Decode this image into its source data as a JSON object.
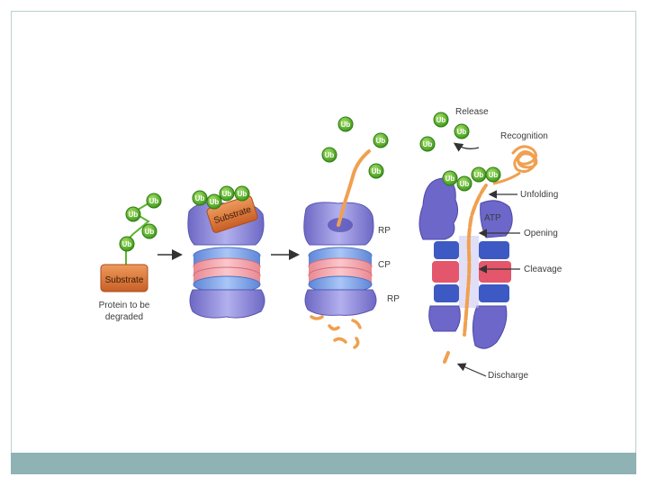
{
  "labels": {
    "substrate": "Substrate",
    "substrate_bound": "Substrate",
    "protein_line1": "Protein to be",
    "protein_line2": "degraded",
    "rp_top": "RP",
    "cp": "CP",
    "rp_bottom": "RP",
    "release": "Release",
    "recognition": "Recognition",
    "unfolding": "Unfolding",
    "atp": "ATP",
    "opening": "Opening",
    "cleavage": "Cleavage",
    "discharge": "Discharge"
  },
  "ubiquitin_text": "Ub",
  "colors": {
    "ub_green": "#5ab52e",
    "substrate_orange": "#d9733a",
    "cp_blue": "#7fa6ea",
    "cp_pink": "#f2a0a8",
    "rp_purple": "#8782d6",
    "chain_orange": "#f0a050",
    "footer": "#8fb2b5"
  }
}
